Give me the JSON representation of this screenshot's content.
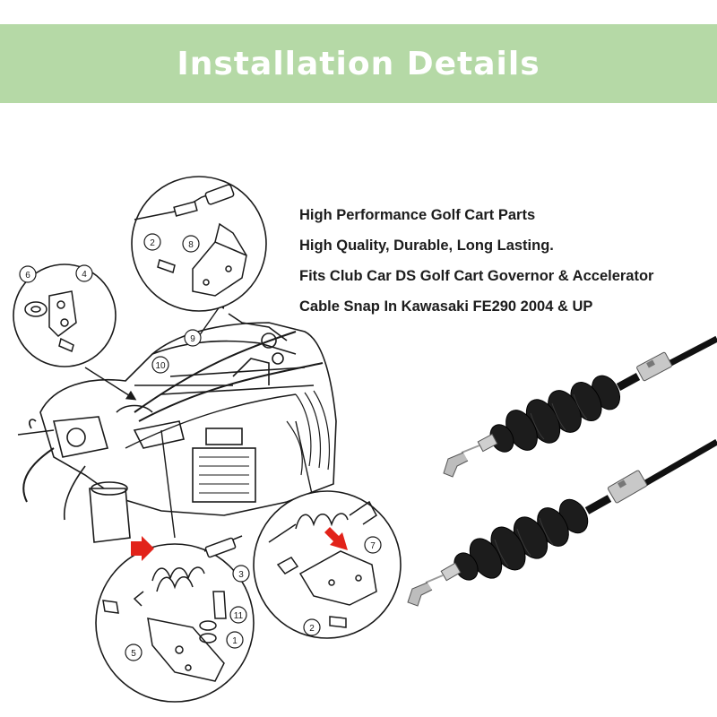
{
  "banner": {
    "title": "Installation Details",
    "color": "#b5d9a6"
  },
  "features": [
    "High Performance Golf Cart Parts",
    "High Quality, Durable, Long Lasting.",
    "Fits Club Car DS Golf Cart Governor & Accelerator",
    "Cable Snap In Kawasaki FE290 2004 & UP"
  ],
  "diagram": {
    "callouts": [
      "2",
      "8",
      "6",
      "4",
      "9",
      "10",
      "3",
      "11",
      "5",
      "1",
      "7",
      "2"
    ],
    "arrow_color": "#e2231a"
  }
}
